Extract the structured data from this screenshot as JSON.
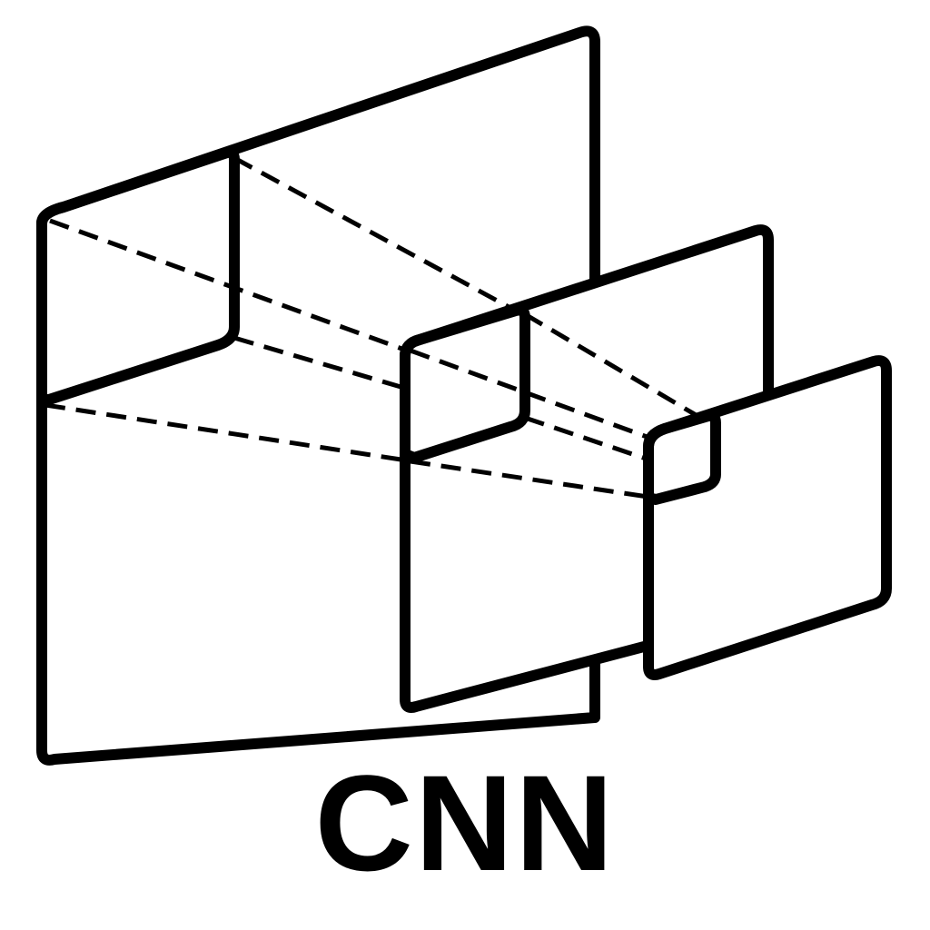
{
  "title": "CNN",
  "colors": {
    "stroke": "#000000",
    "background": "#ffffff"
  },
  "diagram": {
    "layers": [
      {
        "name": "input-feature-map"
      },
      {
        "name": "hidden-feature-map"
      },
      {
        "name": "output-feature-map"
      }
    ]
  }
}
